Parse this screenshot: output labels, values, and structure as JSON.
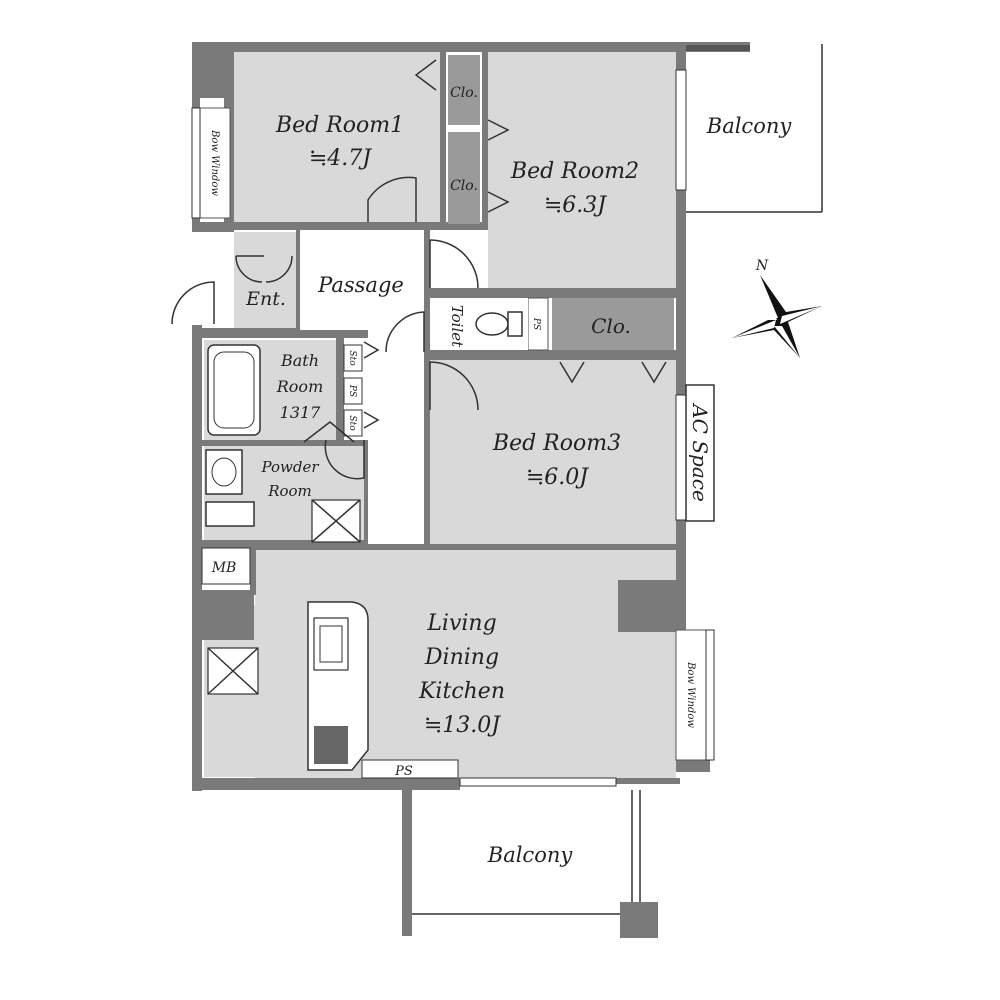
{
  "rooms": {
    "bedroom1": {
      "name": "Bed Room1",
      "size": "≒4.7J"
    },
    "bedroom2": {
      "name": "Bed Room2",
      "size": "≒6.3J"
    },
    "bedroom3": {
      "name": "Bed Room3",
      "size": "≒6.0J"
    },
    "ldk": {
      "line1": "Living",
      "line2": "Dining",
      "line3": "Kitchen",
      "size": "≒13.0J"
    },
    "bath": {
      "line1": "Bath",
      "line2": "Room",
      "line3": "1317"
    },
    "powder": {
      "line1": "Powder",
      "line2": "Room"
    },
    "passage": "Passage",
    "entrance": "Ent.",
    "toilet": "Toilet",
    "closet_large": "Clo.",
    "closet_small_1": "Clo.",
    "closet_small_2": "Clo.",
    "balcony_top": "Balcony",
    "balcony_bottom": "Balcony",
    "ac_space": "AC Space",
    "bow_window_left": "Bow Window",
    "bow_window_right": "Bow Window",
    "mb": "MB",
    "ps_bottom": "PS",
    "ps_toilet": "PS",
    "ps_bath": "PS",
    "sto_1": "Sto",
    "sto_2": "Sto"
  },
  "compass": {
    "label": "N"
  },
  "colors": {
    "room_fill": "#d9d9d9",
    "wall": "#7a7a7a",
    "closet": "#9a9a9a"
  }
}
